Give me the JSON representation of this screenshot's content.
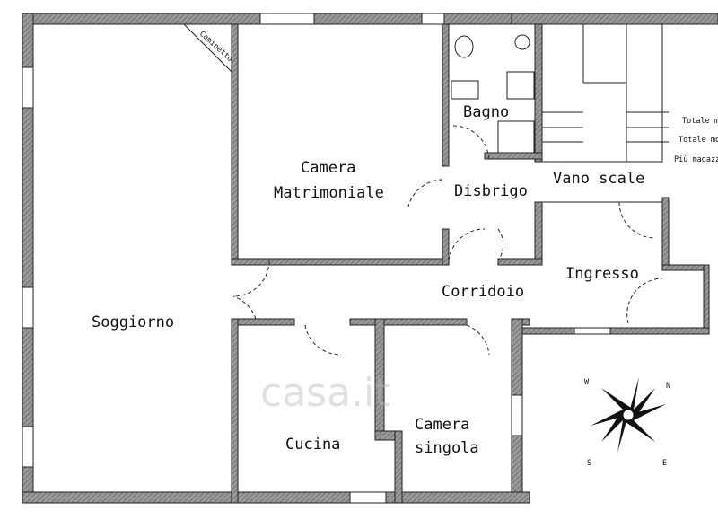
{
  "plan": {
    "rooms": {
      "soggiorno": "Soggiorno",
      "camera_line1": "Camera",
      "camera_line2": "Matrimoniale",
      "bagno": "Bagno",
      "disbrigo": "Disbrigo",
      "vano_scale": "Vano scale",
      "ingresso": "Ingresso",
      "corridoio": "Corridoio",
      "cucina": "Cucina",
      "singola_line1": "Camera",
      "singola_line2": "singola"
    },
    "caminetto": "Caminetto",
    "notes": [
      "Totale m",
      "Totale mq",
      "Più magazz"
    ],
    "compass": {
      "n": "N",
      "s": "S",
      "e": "E",
      "w": "W"
    },
    "watermark": "casa.it"
  }
}
